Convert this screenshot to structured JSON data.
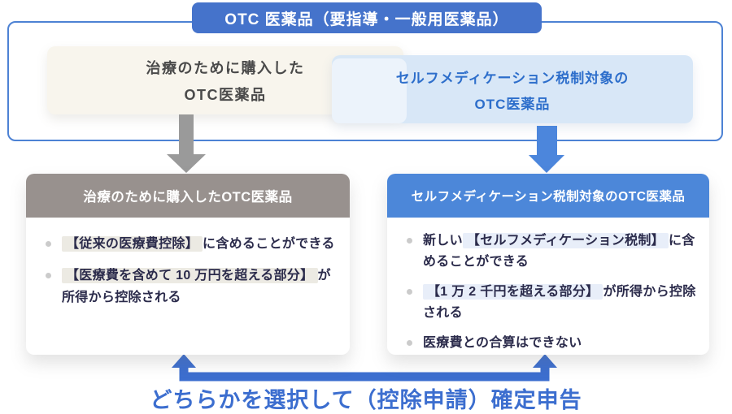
{
  "banner": {
    "label": "OTC 医薬品（要指導・一般用医薬品）"
  },
  "source_boxes": {
    "treatment": {
      "line1": "治療のために購入した",
      "line2": "OTC医薬品"
    },
    "selfmed": {
      "line1": "セルフメディケーション税制対象の",
      "line2": "OTC医薬品"
    }
  },
  "cards": {
    "left": {
      "title": "治療のために購入したOTC医薬品",
      "bullets": [
        {
          "prefix": "",
          "highlight": "【従来の医療費控除】",
          "rest": "に含めることができる"
        },
        {
          "prefix": "",
          "highlight": "【医療費を含めて 10 万円を超える部分】",
          "rest": "が所得から控除される"
        }
      ]
    },
    "right": {
      "title": "セルフメディケーション税制対象のOTC医薬品",
      "bullets": [
        {
          "prefix": "新しい",
          "highlight": "【セルフメディケーション税制】",
          "rest": "に含めることができる"
        },
        {
          "prefix": "",
          "highlight": "【1 万 2 千円を超える部分】",
          "rest": "が所得から控除される"
        },
        {
          "prefix": "医療費との合算はできない",
          "highlight": "",
          "rest": ""
        }
      ]
    }
  },
  "caption": "どちらかを選択して（控除申請）確定申告",
  "icons": {
    "treatment_flow": "gray-down-arrow",
    "selfmed_flow": "blue-down-arrow",
    "choice_connector": "u-shaped-up-arrow-connector"
  },
  "colors": {
    "banner_blue": "#4573cb",
    "frame_border_blue": "#4d82d4",
    "treatment_box_bg": "#f8f5ed",
    "treatment_text": "#4a4a4a",
    "selfmed_box_bg": "#d9e7f7",
    "selfmed_text_blue": "#2d6ecb",
    "left_header_gray": "#98918e",
    "right_header_blue": "#4c87d9",
    "arrow_gray": "#9a9a9a",
    "arrow_blue": "#4c86dc",
    "connector_blue": "#3c6ecf",
    "bullet_text_navy": "#2b2b4b",
    "highlight_gray": "#eceae3",
    "highlight_blue": "#e8eef9"
  }
}
